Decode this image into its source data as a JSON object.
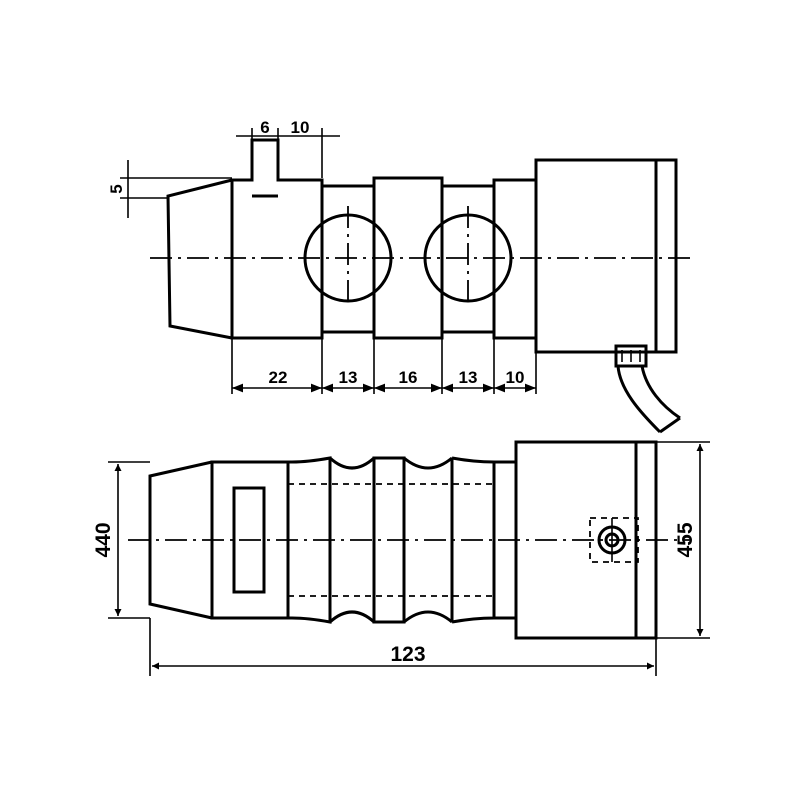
{
  "dimensions": {
    "top_slot_width": "6",
    "top_slot_offset": "10",
    "top_step_height": "5",
    "seg_1": "22",
    "seg_2": "13",
    "seg_3": "16",
    "seg_4": "13",
    "seg_5": "10",
    "overall_height_left": "440",
    "overall_height_right": "455",
    "overall_length": "123"
  },
  "colors": {
    "line": "#000000",
    "background": "#ffffff"
  }
}
